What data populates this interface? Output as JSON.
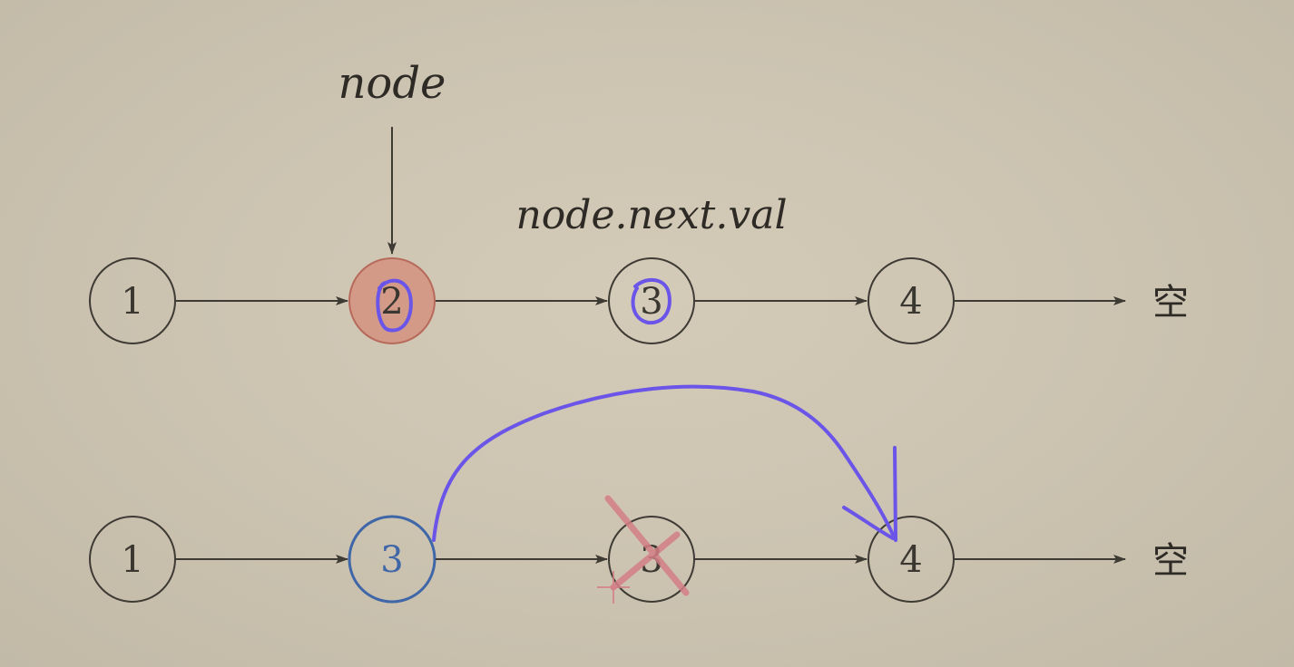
{
  "labels": {
    "node": "node",
    "node_next_val": "node.next.val"
  },
  "top_row": {
    "nodes": [
      "1",
      "2",
      "3",
      "4"
    ],
    "null": "空"
  },
  "bottom_row": {
    "nodes": [
      "1",
      "3",
      "3",
      "4"
    ],
    "null": "空"
  },
  "colors": {
    "node_stroke": "#3e3a34",
    "highlight_fill": "#d39a88",
    "highlight_stroke": "#b86a5a",
    "blue_stroke": "#3f67a8",
    "blue_text": "#3f67a8",
    "annotation_purple": "#6a55e8",
    "cross_pink": "#d47f86"
  }
}
